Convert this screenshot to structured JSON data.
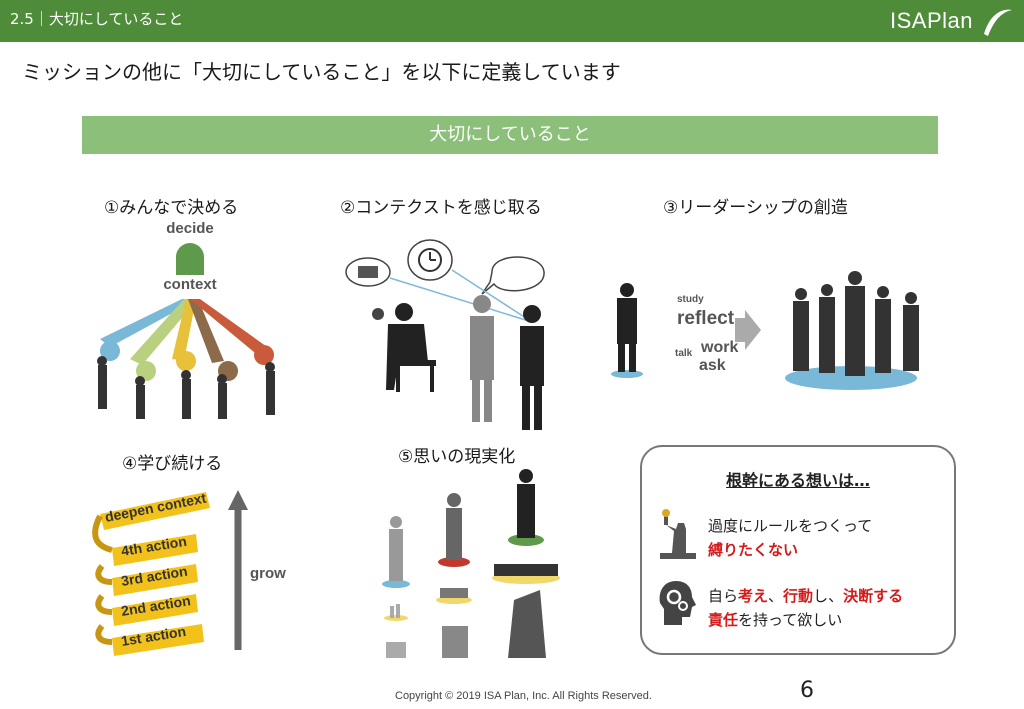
{
  "header": {
    "section": "2.5｜大切にしていること",
    "logo": "ISAPlan"
  },
  "heading": "ミッションの他に「大切にしていること」を以下に定義しています",
  "banner": "大切にしていること",
  "items": [
    {
      "label": "①みんなで決める"
    },
    {
      "label": "②コンテクストを感じ取る"
    },
    {
      "label": "③リーダーシップの創造"
    },
    {
      "label": "④学び続ける"
    },
    {
      "label": "⑤思いの現実化"
    }
  ],
  "figure1": {
    "top": "decide",
    "bottom": "context"
  },
  "figure3": {
    "w1": "study",
    "w2": "reflect",
    "w3": "work",
    "w4": "talk",
    "w5": "ask"
  },
  "figure4": {
    "bands": [
      "deepen context",
      "4th action",
      "3rd action",
      "2nd action",
      "1st action"
    ],
    "grow": "grow"
  },
  "callout": {
    "title": "根幹にある想いは…",
    "line1": "過度にルールをつくって",
    "line2": "縛りたくない",
    "line3_a": "自ら",
    "line3_b": "考え",
    "line3_c": "、",
    "line3_d": "行動",
    "line3_e": "し、",
    "line3_f": "決断する",
    "line4_a": "責任",
    "line4_b": "を持って欲しい"
  },
  "footer": "Copyright © 2019 ISA Plan, Inc. All Rights Reserved.",
  "page_number": "6",
  "colors": {
    "header_green": "#4e8c3a",
    "banner_green": "#8cc07a",
    "emphasis_red": "#d31b1b"
  }
}
